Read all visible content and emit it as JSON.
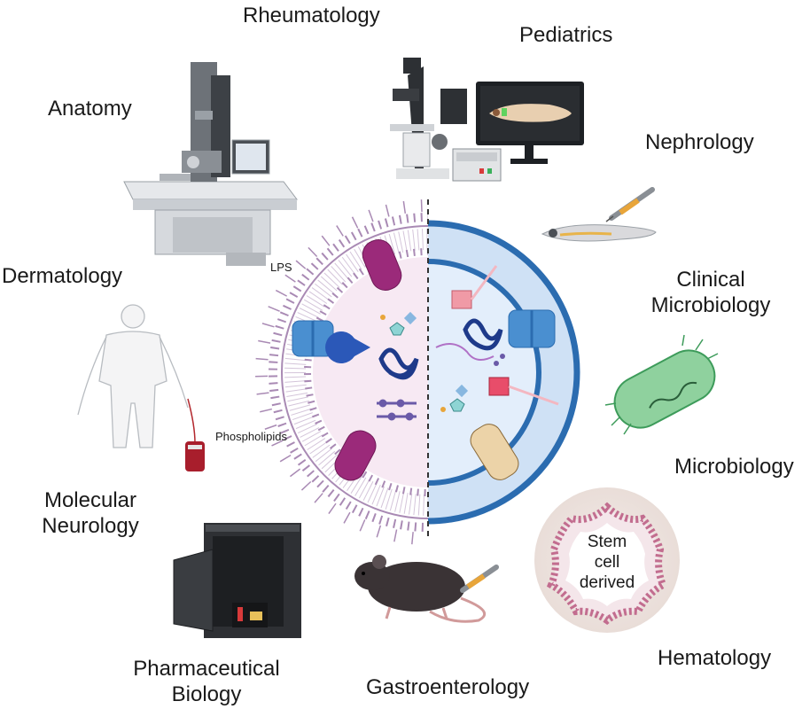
{
  "fields": {
    "rheumatology": "Rheumatology",
    "pediatrics": "Pediatrics",
    "anatomy": "Anatomy",
    "nephrology": "Nephrology",
    "dermatology": "Dermatology",
    "clinical_microbiology": [
      "Clinical",
      "Microbiology"
    ],
    "microbiology": "Microbiology",
    "molecular_neurology": [
      "Molecular",
      "Neurology"
    ],
    "pharmaceutical_biology": [
      "Pharmaceutical",
      "Biology"
    ],
    "gastroenterology": "Gastroenterology",
    "hematology": "Hematology"
  },
  "cell_labels": {
    "lps": "LPS",
    "phospholipids": "Phospholipids"
  },
  "organoid_label": [
    "Stem",
    "cell",
    "derived"
  ],
  "colors": {
    "membrane_purple": "#a98ab4",
    "porin_blue": "#4a8fd0",
    "cell_wall_blue": "#2b6cb0",
    "inner_pink": "#f7e9f3",
    "inner_blue": "#e3eefb",
    "protein_magenta": "#9b2a7a",
    "bacterium_green": "#8fd19e"
  }
}
